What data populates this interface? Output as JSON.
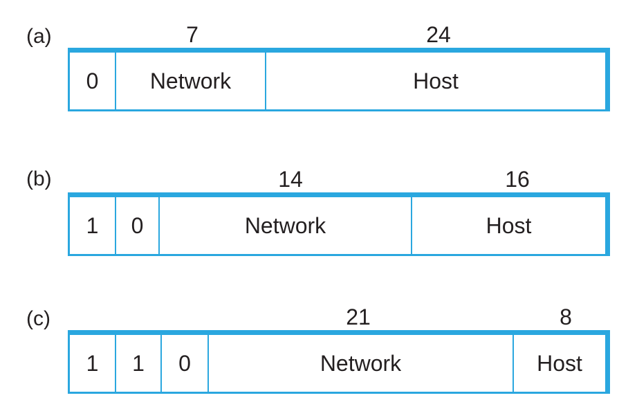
{
  "formats": [
    {
      "label": "(a)",
      "widths": [
        {
          "text": "7",
          "over": 1
        },
        {
          "text": "24",
          "over": 2
        }
      ],
      "fields": [
        "0",
        "Network",
        "Host"
      ]
    },
    {
      "label": "(b)",
      "widths": [
        {
          "text": "14",
          "over": 2
        },
        {
          "text": "16",
          "over": 3
        }
      ],
      "fields": [
        "1",
        "0",
        "Network",
        "Host"
      ]
    },
    {
      "label": "(c)",
      "widths": [
        {
          "text": "21",
          "over": 3
        },
        {
          "text": "8",
          "over": 4
        }
      ],
      "fields": [
        "1",
        "1",
        "0",
        "Network",
        "Host"
      ]
    }
  ]
}
